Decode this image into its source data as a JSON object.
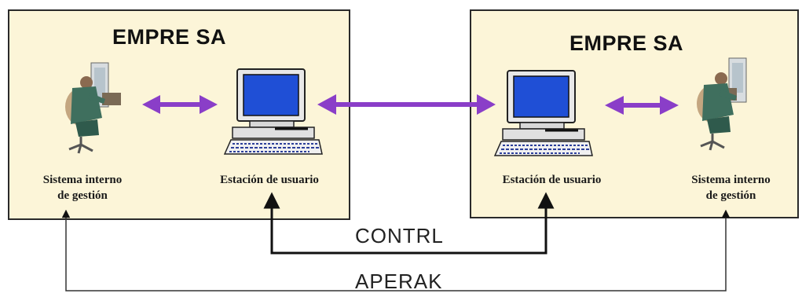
{
  "left_company": {
    "title": "EMPRE SA",
    "person_label_line1": "Sistema interno",
    "person_label_line2": "de gestión",
    "computer_label": "Estación de usuario"
  },
  "right_company": {
    "title": "EMPRE SA",
    "computer_label": "Estación de usuario",
    "person_label_line1": "Sistema interno",
    "person_label_line2": "de gestión"
  },
  "flows": {
    "contrl": "CONTRL",
    "aperak": "APERAK"
  },
  "colors": {
    "box_fill": "#fcf5d8",
    "arrow_purple": "#8a3ec8",
    "screen_blue": "#1f4fd6",
    "person_green": "#3f6f5e"
  },
  "icons": [
    "person-at-desk-icon",
    "computer-workstation-icon"
  ]
}
